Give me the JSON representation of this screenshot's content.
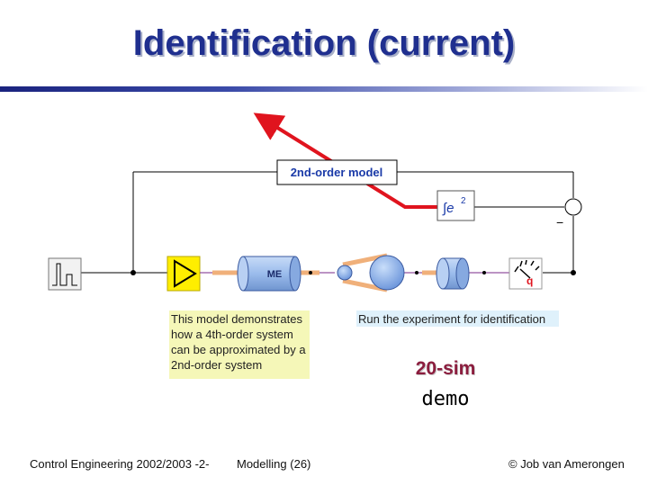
{
  "slide": {
    "title": "Identification (current)"
  },
  "diagram": {
    "model_label": "2nd-order model",
    "integrator_label": "∫e",
    "integrator_exponent": "2",
    "motor_label": "ME",
    "sensor_label": "q",
    "minus_sign": "−",
    "colors": {
      "arrow": "#e0141e",
      "amplifier_fill": "#ffee00",
      "blue_element": "#a7c5f0",
      "spring": "#f0b07a"
    }
  },
  "notes": {
    "yellow_lines": [
      "This model demonstrates",
      "how a 4th-order system",
      "can be approximated by a",
      "2nd-order system"
    ],
    "blue": "Run the experiment for identification"
  },
  "demo": {
    "title": "20-sim",
    "subtitle": "demo"
  },
  "footer": {
    "left": "Control Engineering 2002/2003 -2-",
    "middle": "Modelling  (26)",
    "right": "© Job van Amerongen"
  }
}
